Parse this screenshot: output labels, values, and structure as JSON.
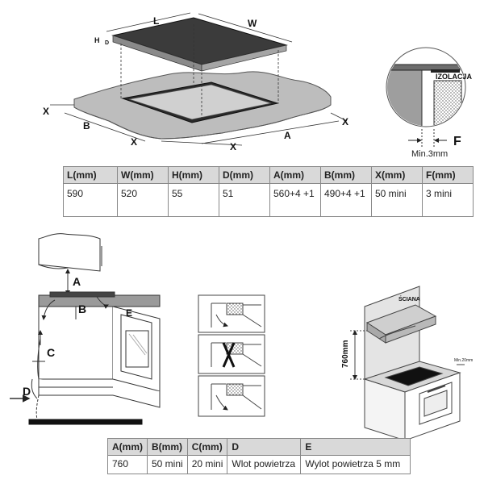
{
  "top_labels": {
    "L": "L",
    "W": "W",
    "H": "H",
    "D": "D",
    "X": "X",
    "A": "A",
    "B": "B",
    "izolacja": "IZOLACJA",
    "F": "F",
    "min3mm": "Min.3mm"
  },
  "table_top": {
    "headers": [
      "L(mm)",
      "W(mm)",
      "H(mm)",
      "D(mm)",
      "A(mm)",
      "B(mm)",
      "X(mm)",
      "F(mm)"
    ],
    "row": [
      "590",
      "520",
      "55",
      "51",
      "560+4 +1",
      "490+4 +1",
      "50 mini",
      "3 mini"
    ]
  },
  "bottom_labels": {
    "A": "A",
    "B": "B",
    "C": "C",
    "D": "D",
    "E": "E",
    "dim760": "760mm",
    "sciana": "ŚCIANA",
    "min20": "Min.20mm"
  },
  "table_bottom": {
    "headers": [
      "A(mm)",
      "B(mm)",
      "C(mm)",
      "D",
      "E"
    ],
    "row": [
      "760",
      "50 mini",
      "20 mini",
      "Wlot powietrza",
      "Wylot powietrza 5 mm"
    ]
  }
}
